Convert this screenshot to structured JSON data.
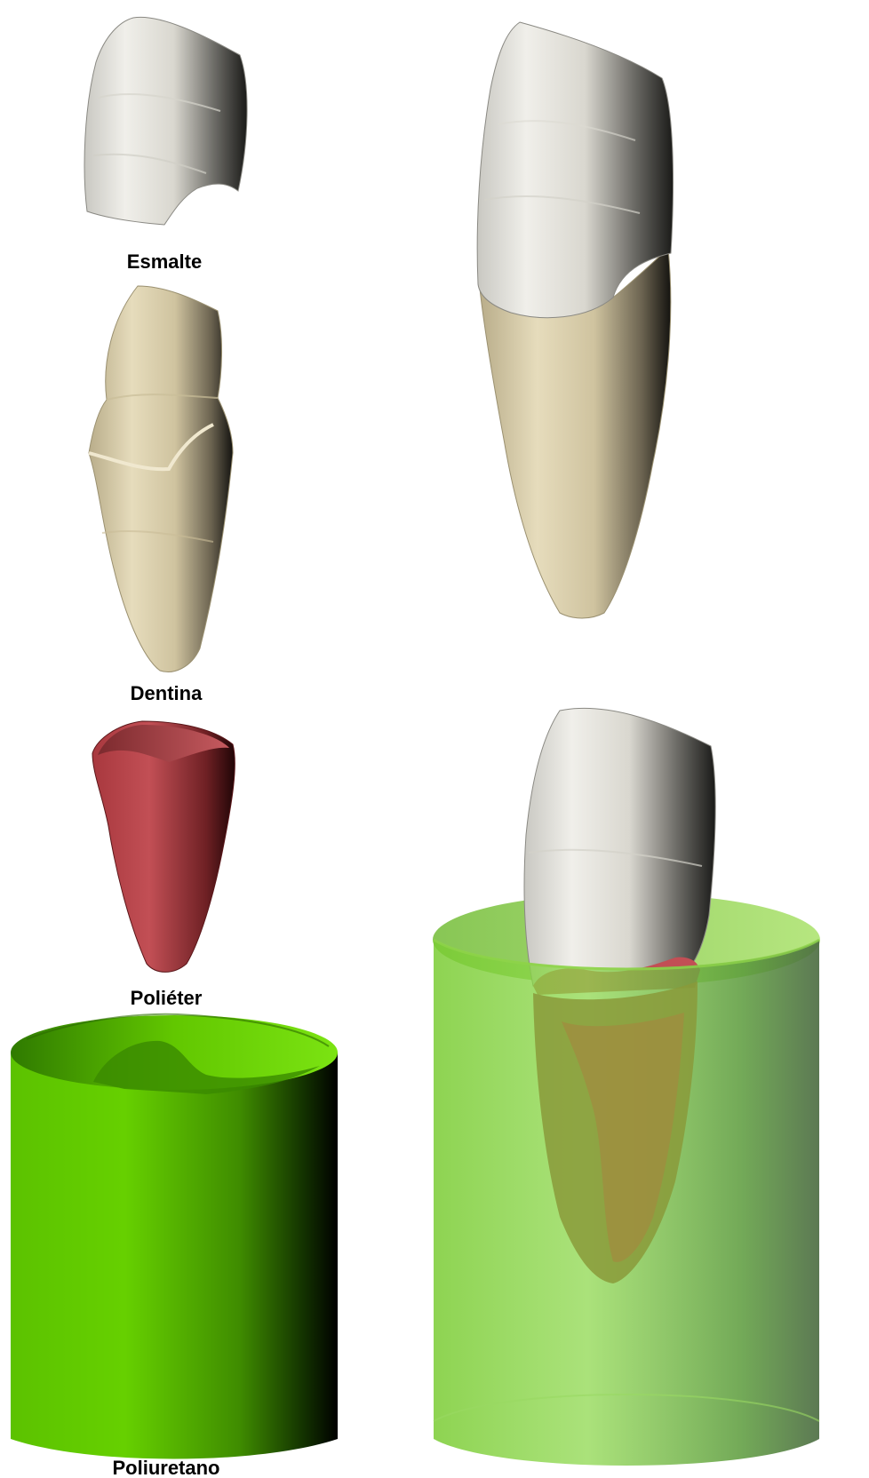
{
  "labels": {
    "enamel": "Esmalte",
    "dentin": "Dentina",
    "polyether": "Poliéter",
    "polyurethane": "Poliuretano"
  },
  "colors": {
    "enamel": "#e6e4dc",
    "dentin": "#e2d7b3",
    "polyether": "#b5444a",
    "polyurethane": "#66cc00",
    "background": "#ffffff"
  }
}
